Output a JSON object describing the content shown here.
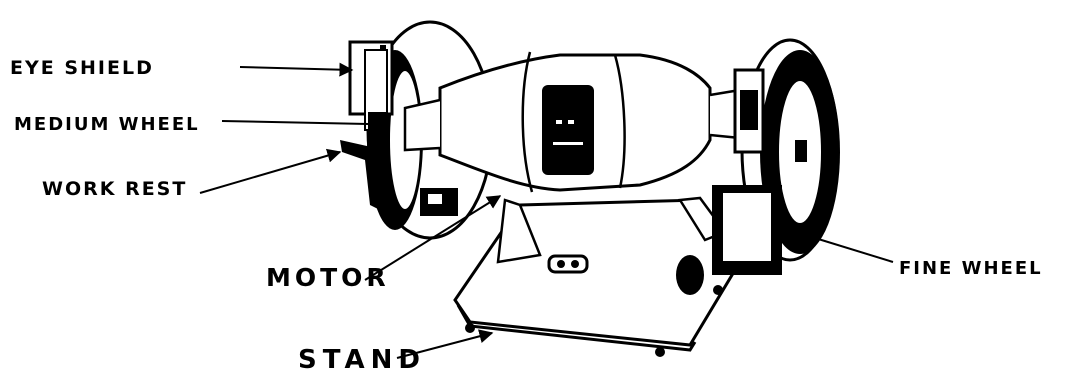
{
  "labels": {
    "eye_shield": "EYE SHIELD",
    "medium_wheel": "MEDIUM WHEEL",
    "work_rest": "WORK REST",
    "motor": "MOTOR",
    "stand": "STAND",
    "fine_wheel": "FINE WHEEL"
  },
  "colors": {
    "ink": "#000000",
    "background": "#ffffff"
  }
}
